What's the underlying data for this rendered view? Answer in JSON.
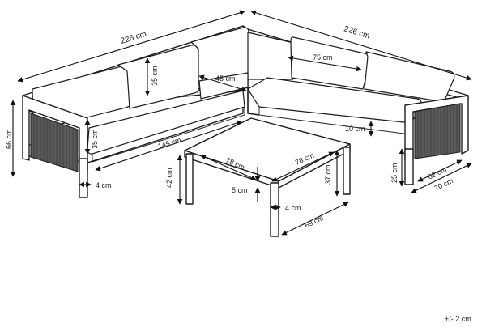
{
  "dimensions": {
    "left_length": "226 cm",
    "right_length": "226 cm",
    "back_cushion_height": "35 cm",
    "corner_depth": "45 cm",
    "total_height": "66 cm",
    "seat_cushion_height": "35 cm",
    "seat_length": "145 cm",
    "leg_width_left": "4 cm",
    "back_cushion_width": "75 cm",
    "seat_thickness": "10 cm",
    "table_top_left": "78 cm",
    "table_top_right": "78 cm",
    "table_height": "42 cm",
    "table_leg_height": "37 cm",
    "table_top_thickness": "5 cm",
    "table_leg_width": "4 cm",
    "table_depth": "69 cm",
    "seat_height": "25 cm",
    "arm_depth_inner": "62 cm",
    "arm_depth_outer": "70 cm"
  },
  "tolerance": "+/- 2 cm"
}
